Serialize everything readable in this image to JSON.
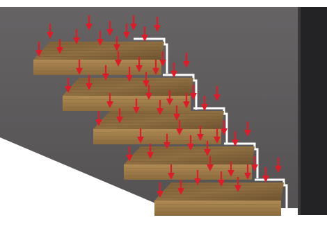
{
  "scene": {
    "description_label": "",
    "colors": {
      "background": "#ffffff",
      "wall": "#5f5c5e",
      "wall_edge": "#1f1f21",
      "wall_shadow_floor": "#d9d9dc",
      "step_top": "#8a6a3e",
      "step_front": "#9c7a48",
      "step_grain": "#6d5230",
      "step_outline": "#ffffff",
      "load_arrow": "#d91e2a"
    },
    "steps_count": 5,
    "load_arrows_per_step": [
      12,
      12,
      12,
      12,
      12
    ],
    "icons": {
      "load": "down-arrow-icon",
      "stair": "floating-stair-tread"
    }
  }
}
